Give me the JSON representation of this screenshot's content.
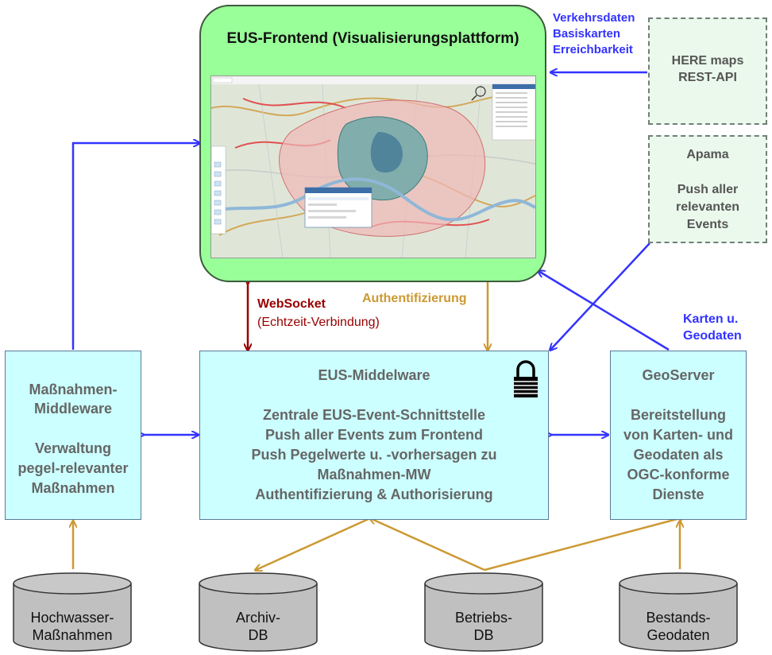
{
  "frontend": {
    "title": "EUS-Frontend (Visualisierungsplattform)"
  },
  "here": {
    "title": "HERE maps",
    "subtitle": "REST-API",
    "data_lines": [
      "Verkehrsdaten",
      "Basiskarten",
      "Erreichbarkeit"
    ]
  },
  "apama": {
    "lines": [
      "Apama",
      "",
      "Push aller",
      "relevanten",
      "Events"
    ]
  },
  "links": {
    "websocket_title": "WebSocket",
    "websocket_sub": "(Echtzeit-Verbindung)",
    "auth": "Authentifizierung",
    "karten": [
      "Karten u.",
      "Geodaten"
    ]
  },
  "middleware": {
    "title": "EUS-Middelware",
    "lines": [
      "Zentrale EUS-Event-Schnittstelle",
      "Push aller Events zum Frontend",
      "Push Pegelwerte u. -vorhersagen zu",
      "Maßnahmen-MW",
      "Authentifizierung & Authorisierung"
    ]
  },
  "massnahmen": {
    "lines": [
      "Maßnahmen-",
      "Middleware",
      "",
      "Verwaltung",
      "pegel-relevanter",
      "Maßnahmen"
    ]
  },
  "geoserver": {
    "lines": [
      "GeoServer",
      "",
      "Bereitstellung",
      "von Karten- und",
      "Geodaten als",
      "OGC-konforme",
      "Dienste"
    ]
  },
  "databases": [
    {
      "lines": [
        "Hochwasser-",
        "Maßnahmen"
      ]
    },
    {
      "lines": [
        "Archiv-",
        "DB"
      ]
    },
    {
      "lines": [
        "Betriebs-",
        "DB"
      ]
    },
    {
      "lines": [
        "Bestands-",
        "Geodaten"
      ]
    }
  ],
  "colors": {
    "blue_arrow": "#3333ff",
    "gold_arrow": "#cc9933",
    "websocket": "#990000",
    "middleware_fill": "#ccffff",
    "frontend_fill": "#99ff99",
    "db_fill": "#c0c0c0"
  }
}
